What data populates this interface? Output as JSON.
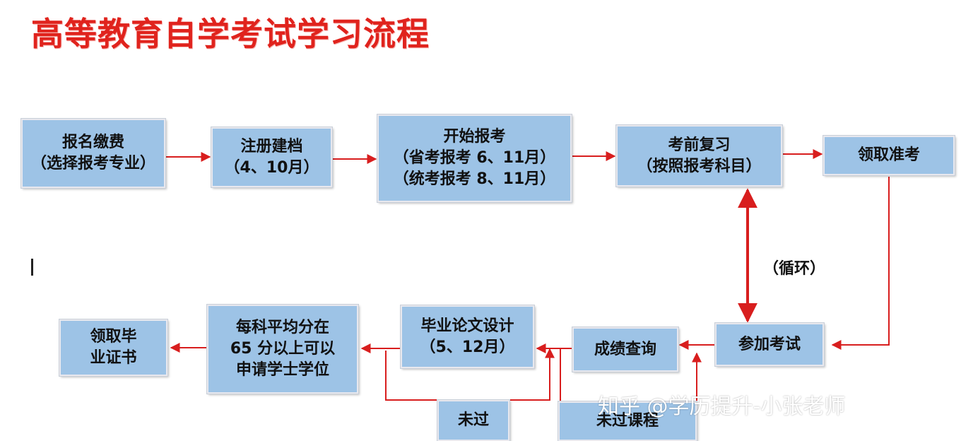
{
  "title": "高等教育自学考试学习流程",
  "steps": {
    "register": {
      "line1": "报名缴费",
      "line2": "（选择报考专业）"
    },
    "enroll": {
      "line1": "注册建档",
      "line2": "（4、10月）"
    },
    "apply": {
      "line1": "开始报考",
      "line2": "（省考报考 6、11月）",
      "line3": "（统考报考 8、11月）"
    },
    "review": {
      "line1": "考前复习",
      "line2": "（按照报考科目）"
    },
    "ticket": {
      "line1": "领取准考"
    },
    "exam": {
      "line1": "参加考试"
    },
    "score": {
      "line1": "成绩查询"
    },
    "thesis": {
      "line1": "毕业论文设计",
      "line2": "（5、12月）"
    },
    "degree": {
      "line1": "每科平均分在",
      "line2": "65 分以上可以",
      "line3": "申请学士学位"
    },
    "certificate": {
      "line1": "领取毕",
      "line2": "业证书"
    },
    "failed": {
      "line1": "未过"
    },
    "failed_course": {
      "line1": "未过课程"
    }
  },
  "loop_label": "（循环）",
  "watermark": "知乎 @学历提升-小张老师",
  "colors": {
    "title": "#e0231d",
    "box_fill": "#9dc3e6",
    "arrow": "#d81e1e"
  }
}
